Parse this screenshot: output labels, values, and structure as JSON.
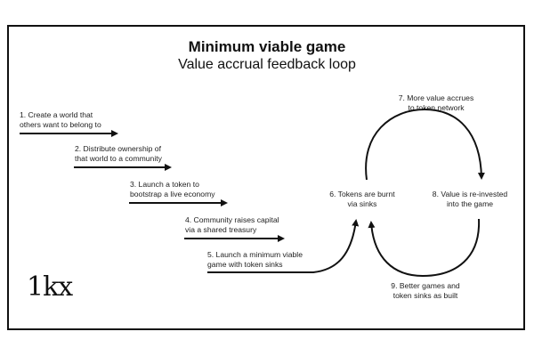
{
  "title": "Minimum viable game",
  "subtitle": "Value accrual feedback loop",
  "steps": [
    {
      "label": "1. Create a world that\nothers want to belong to"
    },
    {
      "label": "2. Distribute ownership of\nthat world to a community"
    },
    {
      "label": "3. Launch a token to\nbootstrap a live economy"
    },
    {
      "label": "4. Community raises capital\nvia a shared treasury"
    },
    {
      "label": "5. Launch a minimum viable\ngame with token sinks"
    }
  ],
  "loop": {
    "node6": "6. Tokens are burnt\nvia sinks",
    "node7": "7. More value accrues\nto token network",
    "node8": "8. Value is re-invested\ninto the game",
    "node9": "9. Better games and\ntoken sinks as built"
  },
  "logo": "1kx",
  "colors": {
    "ink": "#111111",
    "background": "#ffffff"
  }
}
